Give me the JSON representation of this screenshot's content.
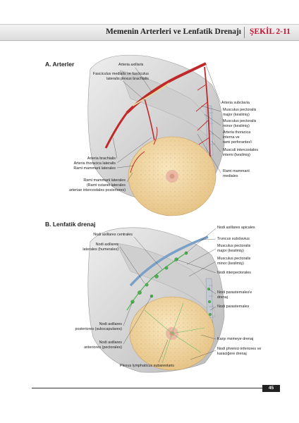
{
  "header": {
    "title": "Memenin Arterleri ve Lenfatik Drenajı",
    "figure": "ŞEKİL 2-11"
  },
  "section_a": {
    "title": "A. Arterler",
    "labels": {
      "arteria_axillaris": "Arteria axillaris",
      "fasciculus_1": "Fasciculus medialis ve fasciculus",
      "fasciculus_2": "lateralis plexus brachialis",
      "arteria_subclavia": "Arteria subclavia",
      "pect_major_1": "Musculus pectoralis",
      "pect_major_2": "major (kesilmiş)",
      "pect_minor_1": "Musculus pectoralis",
      "pect_minor_2": "minor (kesilmiş)",
      "thoracica_1": "Arteria thoracica",
      "thoracica_2": "interna ve",
      "thoracica_3": "rami perforantes'i",
      "intercostales_1": "Musculi intercostales",
      "intercostales_2": "interni (kesilmiş)",
      "mammarii_med_1": "Rami mammarii",
      "mammarii_med_2": "mediales",
      "brachialis": "Arteria brachialis",
      "thoracica_lat": "Arteria thoracica lateralis",
      "mammarii_lat": "Rami mammarii laterales",
      "post_1": "Rami mammarii laterales",
      "post_2": "(Rami cutanei laterales",
      "post_3": "arteriae intercostales posteriores)"
    }
  },
  "section_b": {
    "title": "B. Lenfatik drenaj",
    "labels": {
      "apicales": "Nodi axillares apicales",
      "centrales": "Nodi axillares centrales",
      "truncus": "Truncus subclavius",
      "humerales_1": "Nodi axillares",
      "humerales_2": "laterales (humerales)",
      "pect_major_1": "Musculus pectoralis",
      "pect_major_2": "major (kesilmiş)",
      "pect_minor_1": "Musculus pectoralis",
      "pect_minor_2": "minor (kesilmiş)",
      "interpectorales": "Nodi interpectorales",
      "parasternales_dr_1": "Nodi parasternales'e",
      "parasternales_dr_2": "drenaj",
      "parasternales": "Nodi parasternales",
      "subscap_1": "Nodi axillares",
      "subscap_2": "posteriores (subscapulares)",
      "karsi": "Karşı memeye drenaj",
      "anter_1": "Nodi axillares",
      "anter_2": "anteriores (pectorales)",
      "phrenici_1": "Nodi phrenici inferiores ve",
      "phrenici_2": "karaciğere drenaj",
      "subareolaris": "Plexus lymphaticus subareolaris"
    }
  },
  "footer": {
    "page_number": "45"
  },
  "colors": {
    "accent": "#c8102e",
    "artery": "#c0282a",
    "lymph": "#4caf50",
    "breast": "#f2d9a8"
  }
}
